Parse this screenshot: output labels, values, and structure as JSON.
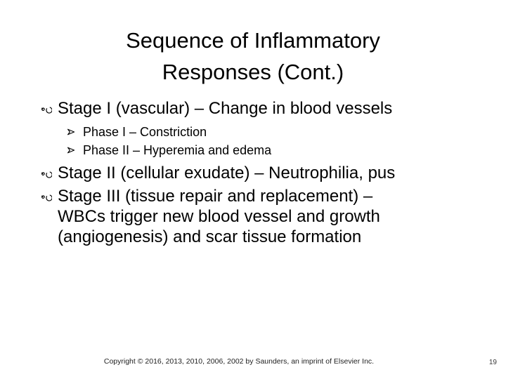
{
  "title": {
    "line1": "Sequence of Inflammatory",
    "line2": "Responses (Cont.)"
  },
  "bullets": {
    "item1": {
      "lines": [
        "Stage I (vascular) – Change in blood vessels"
      ],
      "sub": [
        "Phase I – Constriction",
        "Phase II – Hyperemia and edema"
      ]
    },
    "item2": {
      "lines": [
        "Stage II (cellular exudate) – Neutrophilia, pus"
      ]
    },
    "item3": {
      "lines": [
        "Stage III (tissue repair and replacement) –",
        "WBCs trigger new blood vessel and growth",
        "(angiogenesis) and scar tissue formation"
      ]
    }
  },
  "footer": {
    "copyright": "Copyright © 2016, 2013, 2010, 2006, 2002 by Saunders, an imprint of Elsevier Inc.",
    "page_number": "19"
  },
  "colors": {
    "background": "#ffffff",
    "text": "#000000",
    "footer_text": "#222222"
  }
}
